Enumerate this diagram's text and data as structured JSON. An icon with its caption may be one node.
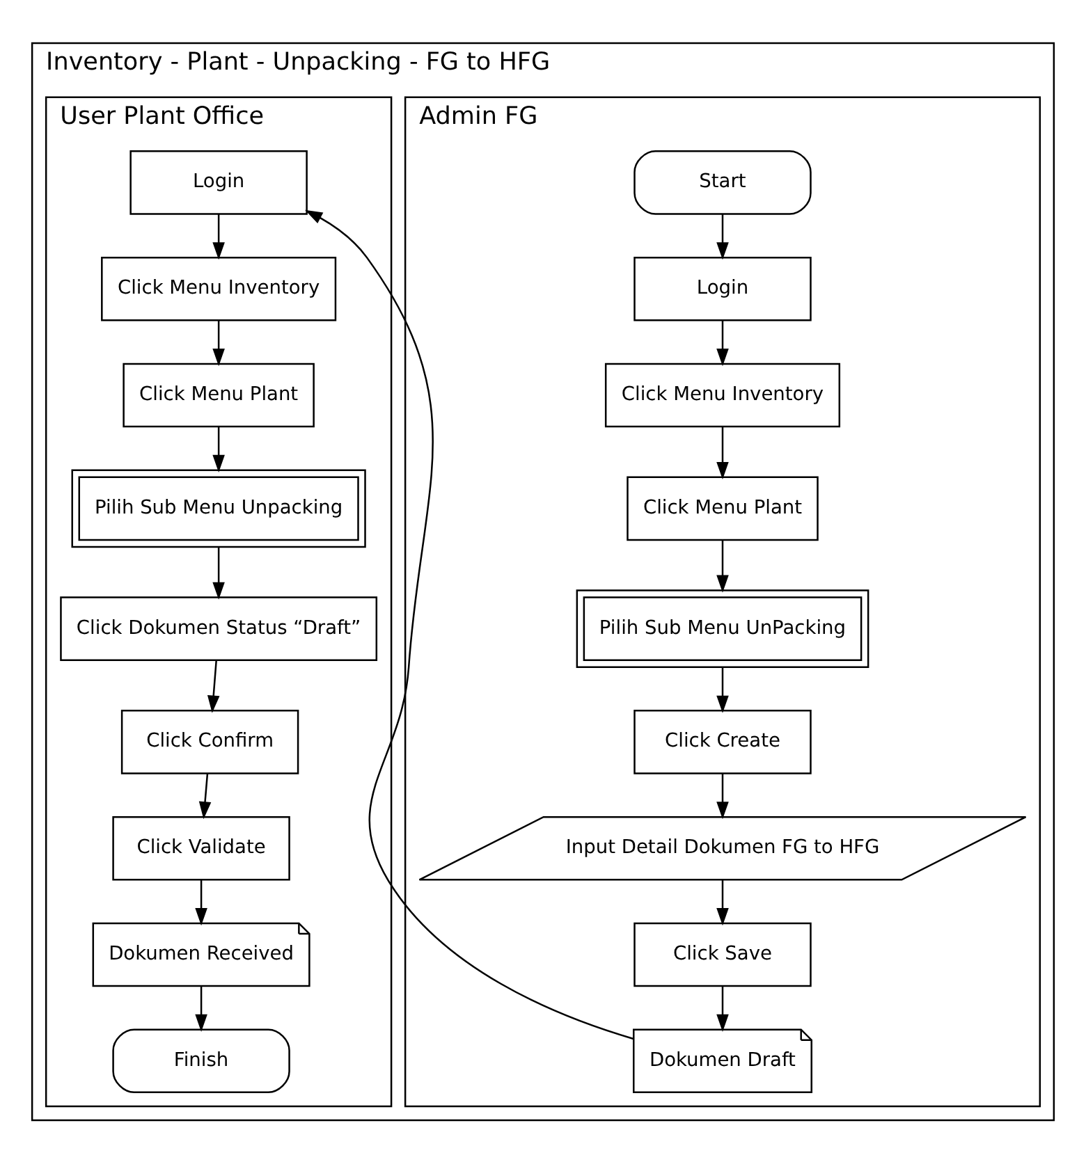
{
  "diagram": {
    "nodes": [
      {
        "text": [
          "Inventory - Plant - Unpacking - FG to HFG"
        ]
      },
      {
        "text": [
          "Admin FG"
        ],
        "in": 0
      },
      {
        "text": [
          "User Plant Office"
        ],
        "in": 0
      },
      {
        "text": [
          "Start"
        ],
        "in": 1
      },
      {
        "text": [
          "Login"
        ],
        "in": 1
      },
      {
        "text": [
          "Click Menu Inventory"
        ],
        "in": 1
      },
      {
        "text": [
          "Click Menu Plant"
        ],
        "in": 1
      },
      {
        "text": [
          "Pilih Sub Menu UnPacking"
        ],
        "in": 1
      },
      {
        "text": [
          "Click Create"
        ],
        "in": 1
      },
      {
        "text": [
          "Input Detail Dokumen FG to HFG"
        ],
        "in": 1
      },
      {
        "text": [
          "Click Save"
        ],
        "in": 1
      },
      {
        "text": [
          "Dokumen Draft"
        ],
        "in": 1
      },
      {
        "text": [
          "Login"
        ],
        "in": 2
      },
      {
        "text": [
          "Click Menu Inventory"
        ],
        "in": 2
      },
      {
        "text": [
          "Click Menu Plant"
        ],
        "in": 2
      },
      {
        "text": [
          "Pilih Sub Menu Unpacking"
        ],
        "in": 2
      },
      {
        "text": [
          "Click Dokumen Status “Draft”"
        ],
        "in": 2
      },
      {
        "text": [
          "Click Confirm"
        ],
        "in": 2
      },
      {
        "text": [
          "Click Validate"
        ],
        "in": 2
      },
      {
        "text": [
          "Dokumen Received"
        ],
        "in": 2
      },
      {
        "text": [
          "Finish"
        ],
        "in": 2
      }
    ],
    "edges": [
      {
        "from": 3,
        "to": 4,
        "arrow": "to"
      },
      {
        "from": 4,
        "to": 5,
        "arrow": "to"
      },
      {
        "from": 5,
        "to": 6,
        "arrow": "to"
      },
      {
        "from": 6,
        "to": 7,
        "arrow": "to"
      },
      {
        "from": 7,
        "to": 8,
        "arrow": "to"
      },
      {
        "from": 8,
        "to": 9,
        "arrow": "to"
      },
      {
        "from": 9,
        "to": 10,
        "arrow": "to"
      },
      {
        "from": 10,
        "to": 11,
        "arrow": "to"
      },
      {
        "from": 11,
        "to": 12,
        "arrow": "to"
      },
      {
        "from": 12,
        "to": 13,
        "arrow": "to"
      },
      {
        "from": 13,
        "to": 14,
        "arrow": "to"
      },
      {
        "from": 14,
        "to": 15,
        "arrow": "to"
      },
      {
        "from": 15,
        "to": 16,
        "arrow": "to"
      },
      {
        "from": 16,
        "to": 17,
        "arrow": "to"
      },
      {
        "from": 17,
        "to": 18,
        "arrow": "to"
      },
      {
        "from": 18,
        "to": 19,
        "arrow": "to"
      },
      {
        "from": 19,
        "to": 20,
        "arrow": "to"
      }
    ]
  }
}
